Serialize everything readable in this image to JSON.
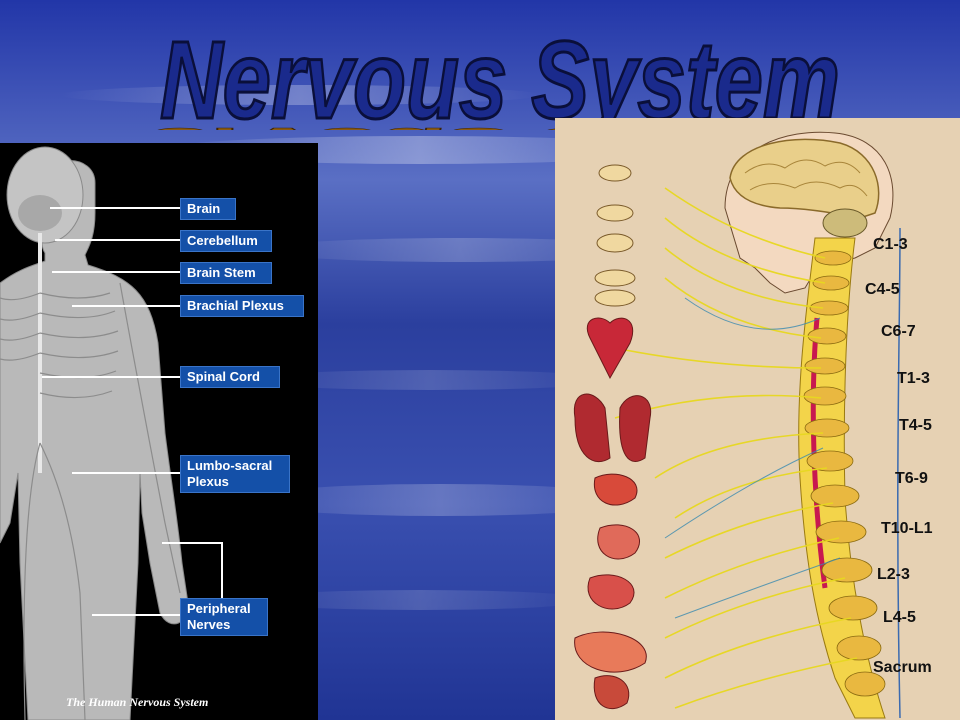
{
  "title": "Nervous System",
  "left_panel": {
    "caption": "The Human Nervous System",
    "labels": [
      "Brain",
      "Cerebellum",
      "Brain Stem",
      "Brachial Plexus",
      "Spinal Cord",
      "Lumbo-sacral Plexus",
      "Peripheral Nerves"
    ]
  },
  "right_panel": {
    "segments": [
      "C1-3",
      "C4-5",
      "C6-7",
      "T1-3",
      "T4-5",
      "T6-9",
      "T10-L1",
      "L2-3",
      "L4-5",
      "Sacrum"
    ]
  },
  "colors": {
    "background_blue": "#2a3f9f",
    "title_fill": "#1a2a8c",
    "title_shadow": "#8a5a12",
    "label_box": "#1450a8",
    "nerve_yellow": "#f2e23a",
    "parchment": "#e6d1b3"
  }
}
